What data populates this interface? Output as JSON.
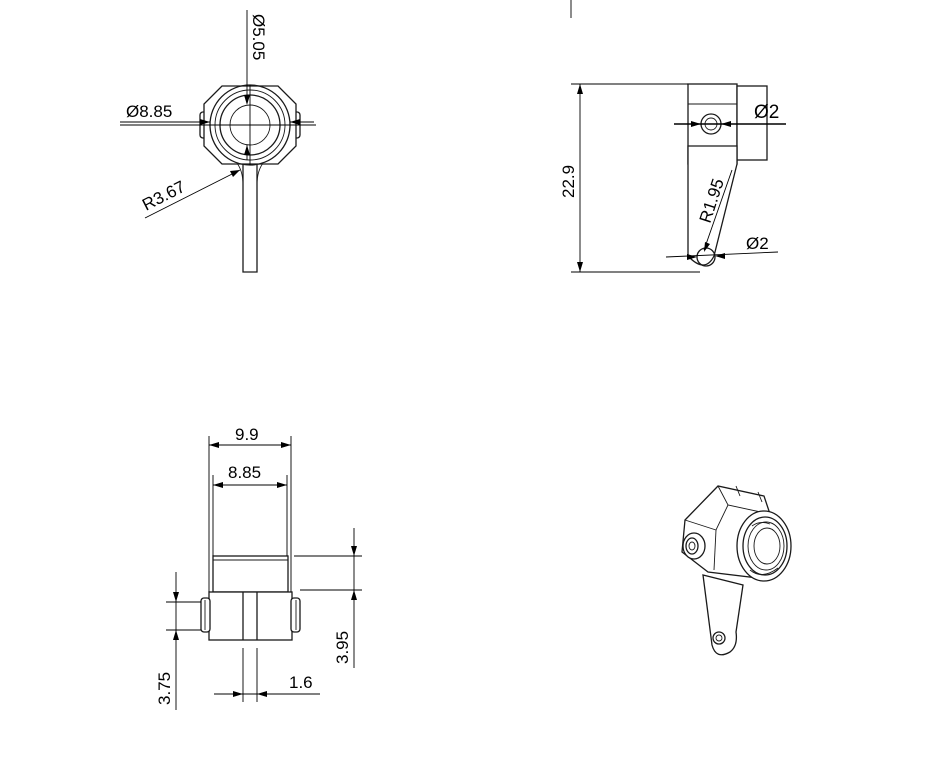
{
  "drawing": {
    "front_view": {
      "dia_outer": "Ø8.85",
      "dia_bore": "Ø5.05",
      "radius_fillet": "R3.67"
    },
    "side_view": {
      "height": "22.9",
      "dia_top_hole": "Ø2",
      "radius_arm": "R1.95",
      "dia_bottom_hole": "Ø2"
    },
    "bottom_view": {
      "width_outer": "9.9",
      "width_inner": "8.85",
      "height_right": "3.95",
      "height_left": "3.75",
      "arm_width": "1.6"
    }
  }
}
